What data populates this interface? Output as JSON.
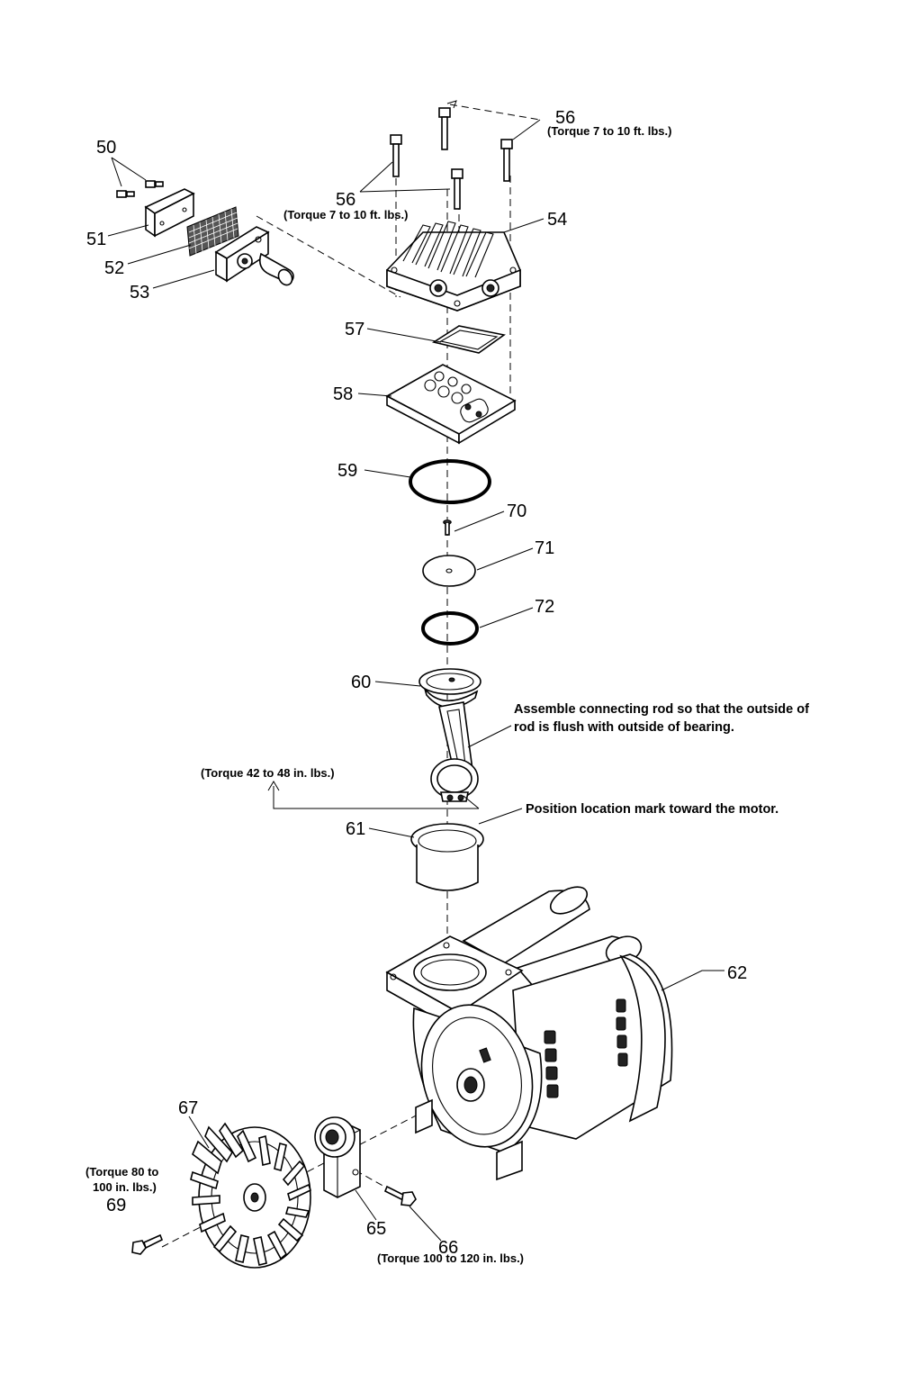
{
  "callouts": {
    "p50": "50",
    "p51": "51",
    "p52": "52",
    "p53": "53",
    "p54": "54",
    "p56a": "56",
    "p56b": "56",
    "p57": "57",
    "p58": "58",
    "p59": "59",
    "p60": "60",
    "p61": "61",
    "p62": "62",
    "p65": "65",
    "p66": "66",
    "p67": "67",
    "p69": "69",
    "p70": "70",
    "p71": "71",
    "p72": "72"
  },
  "notes": {
    "torque_56_top": "(Torque 7 to 10 ft. lbs.)",
    "torque_56_left": "(Torque 7 to 10 ft. lbs.)",
    "torque_rod": "(Torque 42 to 48 in. lbs.)",
    "torque_66": "(Torque 100 to 120 in. lbs.)",
    "torque_69_line1": "(Torque 80 to",
    "torque_69_line2": "100 in. lbs.)",
    "assemble_line1": "Assemble connecting rod so that the outside of",
    "assemble_line2": "rod is flush with outside of bearing.",
    "position_mark": "Position location mark toward the motor."
  }
}
